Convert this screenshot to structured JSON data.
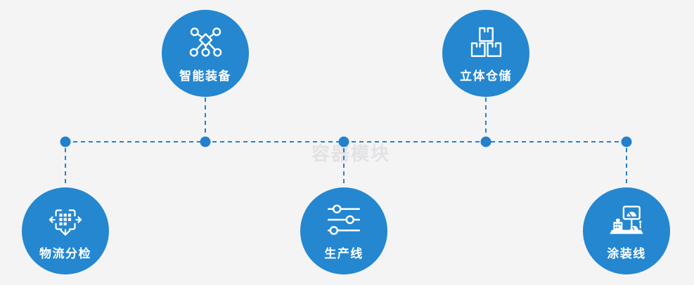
{
  "watermark": "容器模块",
  "colors": {
    "background": "#f4f4f5",
    "circle_fill": "#2487d0",
    "connector_line": "#2b80c6",
    "junction_dot": "#2380cc",
    "icon_stroke": "#ffffff",
    "label_text": "#ffffff",
    "watermark_text": "#e2e2e5"
  },
  "nodes": [
    {
      "id": "smart-equipment",
      "label": "智能装备",
      "icon": "network-nodes-icon",
      "row": "top"
    },
    {
      "id": "stereo-warehouse",
      "label": "立体仓储",
      "icon": "stacked-boxes-icon",
      "row": "top"
    },
    {
      "id": "logistics-sorting",
      "label": "物流分检",
      "icon": "sorting-arrows-icon",
      "row": "bottom"
    },
    {
      "id": "production-line",
      "label": "生产线",
      "icon": "sliders-icon",
      "row": "bottom"
    },
    {
      "id": "painting-line",
      "label": "涂装线",
      "icon": "machine-monitor-icon",
      "row": "bottom"
    }
  ]
}
